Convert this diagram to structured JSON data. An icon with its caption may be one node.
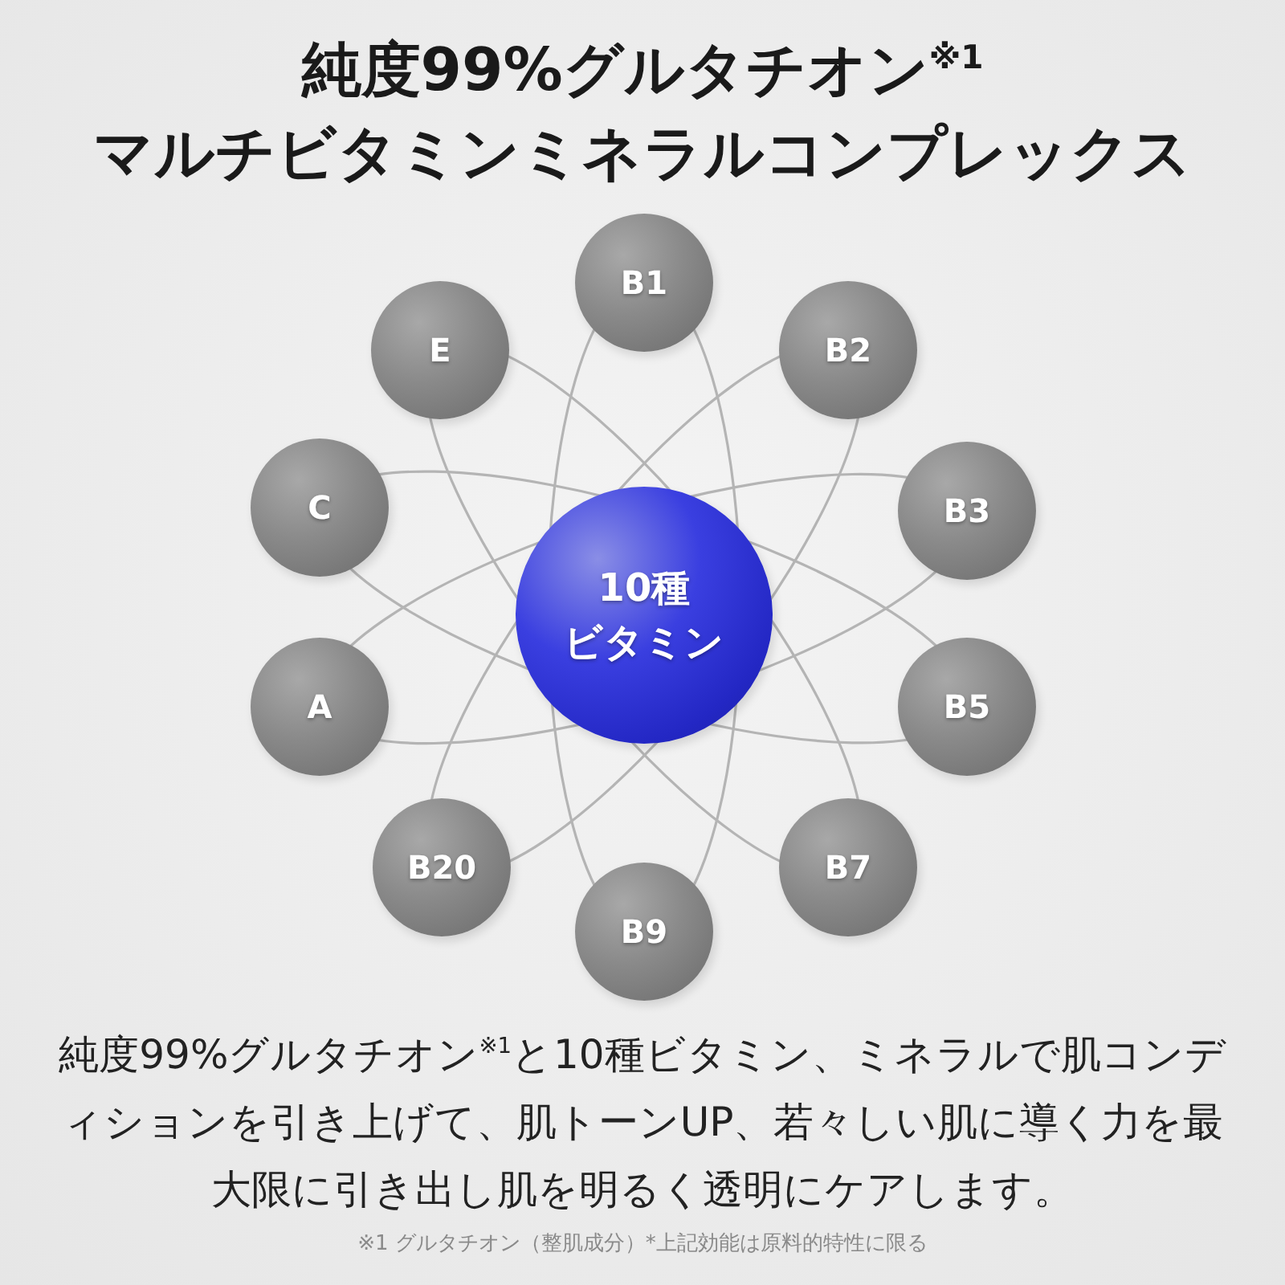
{
  "diagram": {
    "title": "純度99%グルタチオン$^{※1}$マルチビタミンミネラルコンプレックス",
    "nodes": [
      {
        "text": [
          "B1"
        ]
      },
      {
        "text": [
          "E"
        ]
      },
      {
        "text": [
          "B2"
        ]
      },
      {
        "text": [
          "C"
        ]
      },
      {
        "text": [
          "B3"
        ]
      },
      {
        "text": [
          "10種",
          "ビタミン"
        ]
      },
      {
        "text": [
          "A"
        ]
      },
      {
        "text": [
          "B5"
        ]
      },
      {
        "text": [
          "B20"
        ]
      },
      {
        "text": [
          "B7"
        ]
      },
      {
        "text": [
          "B9"
        ]
      }
    ],
    "labels": [
      "純度99%グルタチオン$^{※1}$と10種ビタミン、ミネラルで肌コンディションを引き上げて、肌トーンUP、若々しい肌に導く力を最大限に引き出し肌を明るく透明にケアします。",
      "※1 グルタチオン（整肌成分）*上記効能は原料的特性に限る"
    ]
  }
}
